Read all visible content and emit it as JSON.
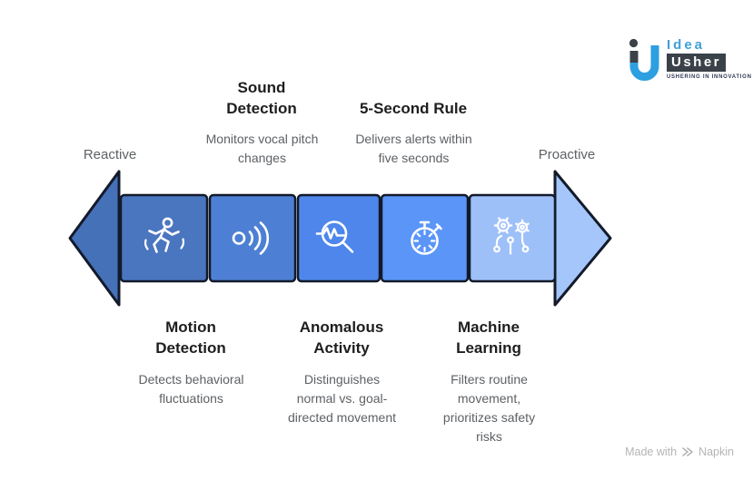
{
  "endpoints": {
    "left": "Reactive",
    "right": "Proactive"
  },
  "stages": [
    {
      "title": "Motion\nDetection",
      "description": "Detects behavioral\nfluctuations",
      "icon": "runner-icon",
      "label_position": "bottom"
    },
    {
      "title": "Sound\nDetection",
      "description": "Monitors vocal pitch\nchanges",
      "icon": "sound-waves-icon",
      "label_position": "top"
    },
    {
      "title": "Anomalous\nActivity",
      "description": "Distinguishes\nnormal vs. goal-\ndirected movement",
      "icon": "magnifier-pulse-icon",
      "label_position": "bottom"
    },
    {
      "title": "5-Second Rule",
      "description": "Delivers alerts within\nfive seconds",
      "icon": "stopwatch-icon",
      "label_position": "top"
    },
    {
      "title": "Machine\nLearning",
      "description": "Filters routine\nmovement,\nprioritizes safety\nrisks",
      "icon": "ml-flowers-icon",
      "label_position": "bottom"
    }
  ],
  "colors": {
    "arrow_left": "#4571b9",
    "seg1": "#4a76c0",
    "seg2": "#4d80d4",
    "seg3": "#4e86eb",
    "seg4": "#5b95f7",
    "seg5": "#9ec0f8",
    "arrow_right": "#a5c6fa",
    "outline": "#131a2a",
    "icon_stroke": "#ffffff"
  },
  "logo": {
    "icon": "idea-usher-u-icon",
    "word1": "Idea",
    "word2": "Usher",
    "tagline": "USHERING IN INNOVATION"
  },
  "footer": {
    "prefix": "Made with",
    "icon": "napkin-icon",
    "brand": "Napkin"
  }
}
